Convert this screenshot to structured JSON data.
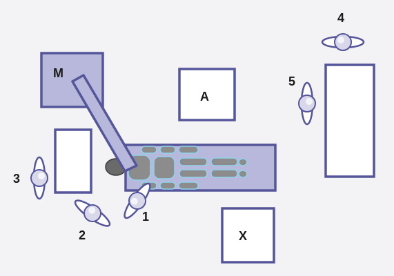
{
  "colors": {
    "background": "#f3f3f5",
    "outline": "#55559a",
    "filled": "#b8b8dc",
    "person_head": "#d8d8ea",
    "body_gray": "#8c8c8c",
    "body_highlight": "#8fd3ec"
  },
  "labels": {
    "m": "M",
    "a": "A",
    "x": "X",
    "staff_1": "1",
    "staff_2": "2",
    "staff_3": "3",
    "staff_4": "4",
    "staff_5": "5"
  },
  "icons": [
    "top-down-person-icon",
    "patient-skeleton-icon"
  ]
}
